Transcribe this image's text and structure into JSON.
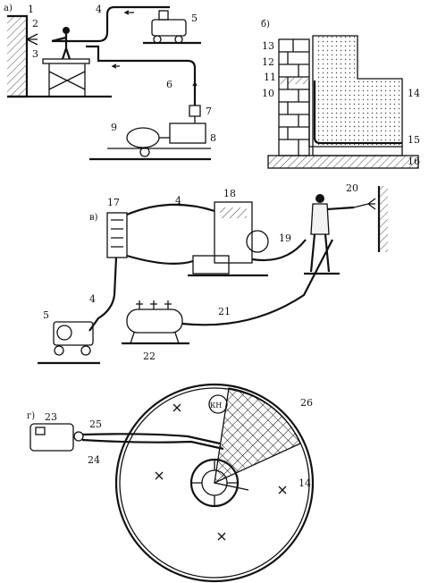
{
  "sections": {
    "a": "а)",
    "b": "б)",
    "v": "в)",
    "g": "г)"
  },
  "labels_a": [
    "1",
    "2",
    "3",
    "4",
    "5",
    "6",
    "7",
    "8",
    "9"
  ],
  "labels_b": [
    "13",
    "12",
    "11",
    "10",
    "14",
    "15",
    "16"
  ],
  "labels_v": [
    "17",
    "4",
    "18",
    "20",
    "19",
    "4",
    "5",
    "21",
    "22"
  ],
  "labels_g": [
    "23",
    "25",
    "24",
    "26",
    "14"
  ],
  "manhole_mark": "КН"
}
